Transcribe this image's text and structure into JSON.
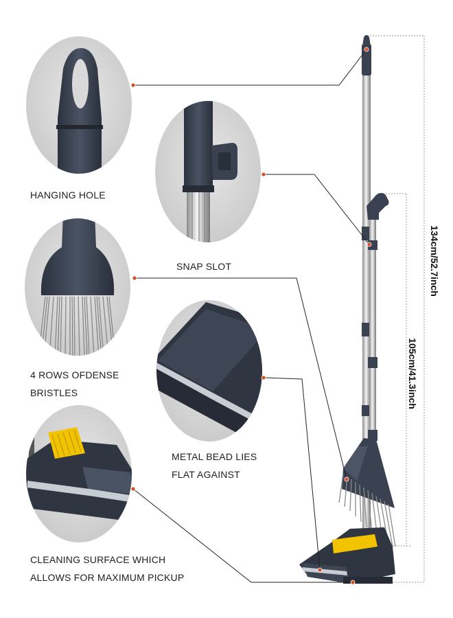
{
  "labels": {
    "hanging_hole": "HANGING HOLE",
    "snap_slot": "SNAP SLOT",
    "bristles_line1": "4 ROWS OFDENSE",
    "bristles_line2": "BRISTLES",
    "metal_bead_line1": "METAL BEAD LIES",
    "metal_bead_line2": "FLAT AGAINST",
    "cleaning_line1": "CLEANING SURFACE WHICH",
    "cleaning_line2": "ALLOWS FOR MAXIMUM PICKUP"
  },
  "dimensions": {
    "total_height": "134cm/52.7inch",
    "broom_height": "105cm/41.3inch"
  },
  "colors": {
    "plastic": "#3a4150",
    "circle_bg": "#d4d4d4",
    "accent": "#f2c300",
    "pointer": "#d4502a"
  }
}
